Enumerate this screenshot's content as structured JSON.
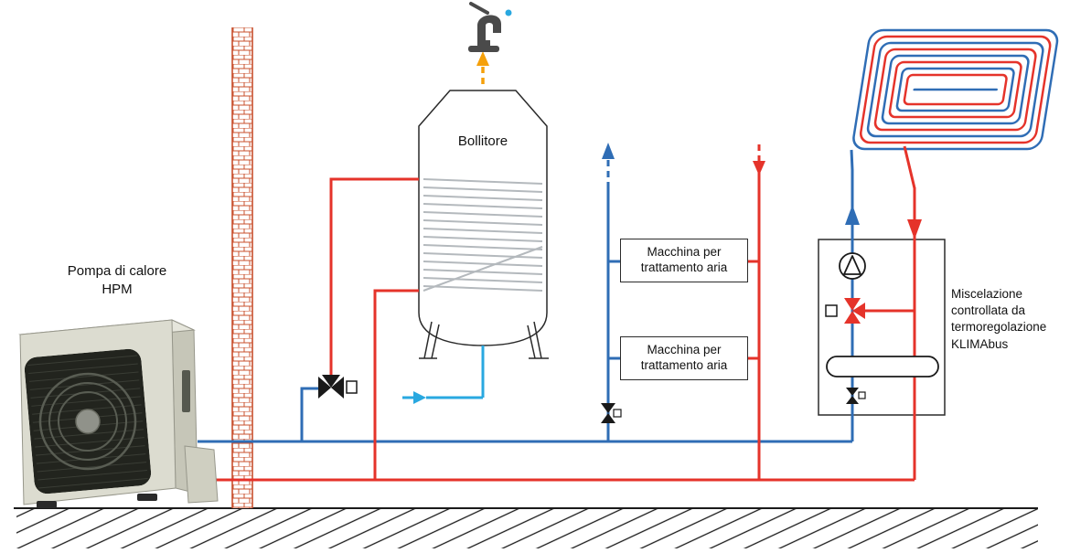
{
  "diagram": {
    "heat_pump": {
      "line1": "Pompa di calore",
      "line2": "HPM"
    },
    "tank": {
      "label": "Bollitore"
    },
    "air_units": [
      {
        "label": "Macchina per trattamento aria"
      },
      {
        "label": "Macchina per trattamento aria"
      }
    ],
    "mixing": {
      "label": "Miscelazione controllata da termoregolazione KLIMAbus"
    },
    "colors": {
      "hot_water": "#e5332a",
      "cold_water": "#2f6db5",
      "fresh_water": "#29a8e0",
      "dhw_demand_arrow": "#f5a00a",
      "brick": "#c8502e",
      "ground": "#1a1a1a"
    },
    "icons": {
      "faucet": "tap-with-drop",
      "pump": "circle-with-triangle",
      "three_way_valve": "bowtie-three-triangles-with-square-actuator",
      "mixing_valve": "red-bowtie-three-triangles-with-square-actuator",
      "shutoff_valve": "small-bowtie",
      "manifold": "horizontal-pill",
      "floor_heating": "nested-red-blue-spiral",
      "fan": "concentric-rings-with-hub"
    }
  }
}
